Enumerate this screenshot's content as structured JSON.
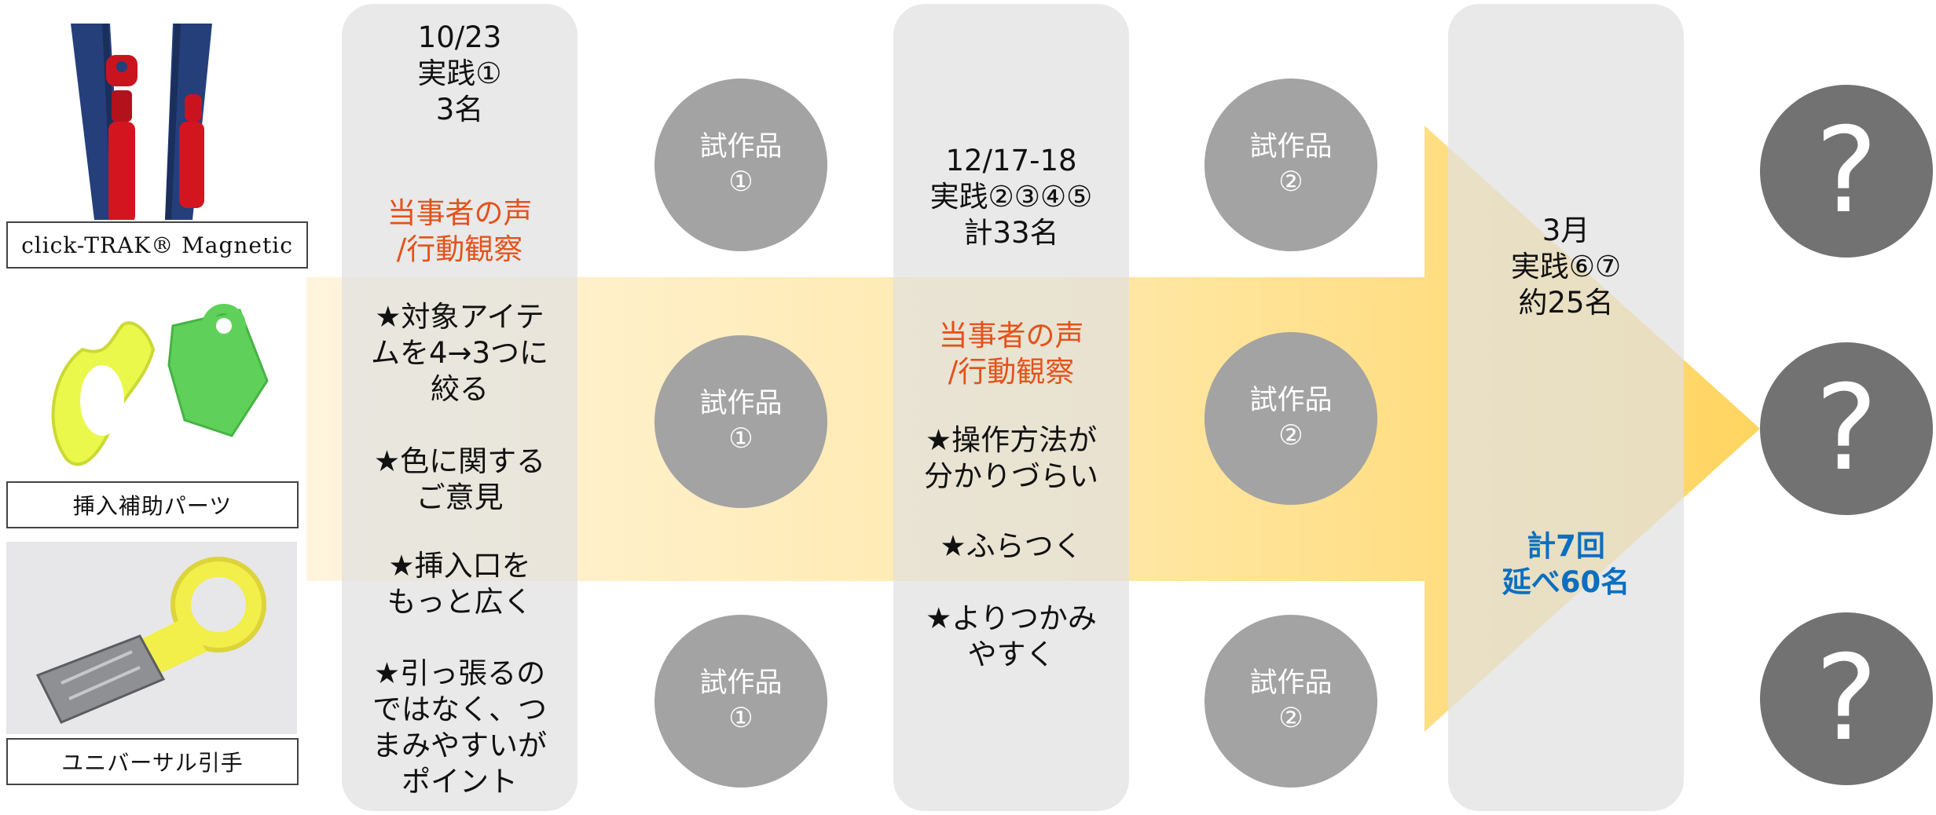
{
  "products": [
    {
      "label": "click-TRAK® Magnetic",
      "icon": "magnetic-zipper-photo"
    },
    {
      "label": "挿入補助パーツ",
      "icon": "insertion-aid-parts-photo"
    },
    {
      "label": "ユニバーサル引手",
      "icon": "universal-pull-photo"
    }
  ],
  "stage1": {
    "header": "10/23\n実践①\n3名",
    "voice_title": "当事者の声\n/行動観察",
    "findings": [
      "★対象アイテ\nムを4→3つに\n絞る",
      "★色に関する\nご意見",
      "★挿入口を\nもっと広く",
      "★引っ張るの\nではなく、つ\nまみやすいが\nポイント"
    ]
  },
  "prototype1": {
    "label": "試作品\n①"
  },
  "stage2": {
    "header": "12/17-18\n実践②③④⑤\n計33名",
    "voice_title": "当事者の声\n/行動観察",
    "findings": [
      "★操作方法が\n分かりづらい",
      "★ふらつく",
      "★よりつかみ\nやすく"
    ]
  },
  "prototype2": {
    "label": "試作品\n②"
  },
  "stage3": {
    "header": "3月\n実践⑥⑦\n約25名",
    "total": "計7回\n延べ60名"
  },
  "unknown": {
    "symbol": "?"
  },
  "colors": {
    "arrow_start": "#fff3d6",
    "arrow_end": "#ffd567",
    "accent_orange": "#e4521b",
    "accent_blue": "#0c6fbf",
    "prototype_circle": "#a3a3a3",
    "unknown_circle": "#727272"
  }
}
